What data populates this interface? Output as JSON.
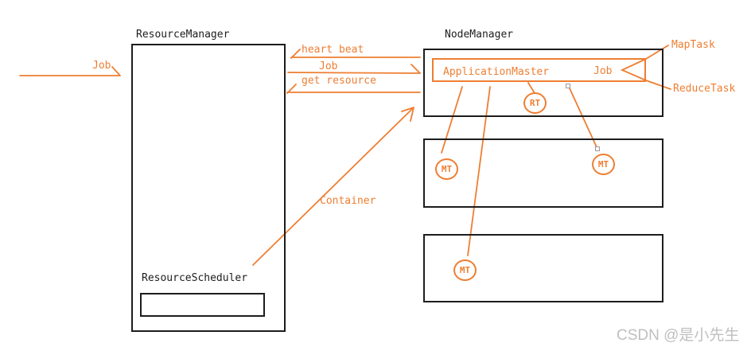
{
  "colors": {
    "accent": "#ee7e32",
    "box_border": "#1d1d1d",
    "watermark_gray": "#bfbfbf",
    "handle_gray": "#9a9a9a"
  },
  "resource_manager": {
    "title": "ResourceManager",
    "scheduler": {
      "label": "ResourceScheduler"
    }
  },
  "node_managers": {
    "title": "NodeManager",
    "application_master": {
      "label": "ApplicationMaster",
      "job_label": "Job"
    }
  },
  "flows": {
    "client_job": "Job",
    "heart_beat": "heart beat",
    "job_submit": "Job",
    "get_resource": "get resource",
    "container": "Container"
  },
  "tasks": {
    "map_task_label": "MapTask",
    "reduce_task_label": "ReduceTask",
    "reduce_badge": "RT",
    "map_badge": "MT"
  },
  "watermark": "CSDN @是小先生"
}
